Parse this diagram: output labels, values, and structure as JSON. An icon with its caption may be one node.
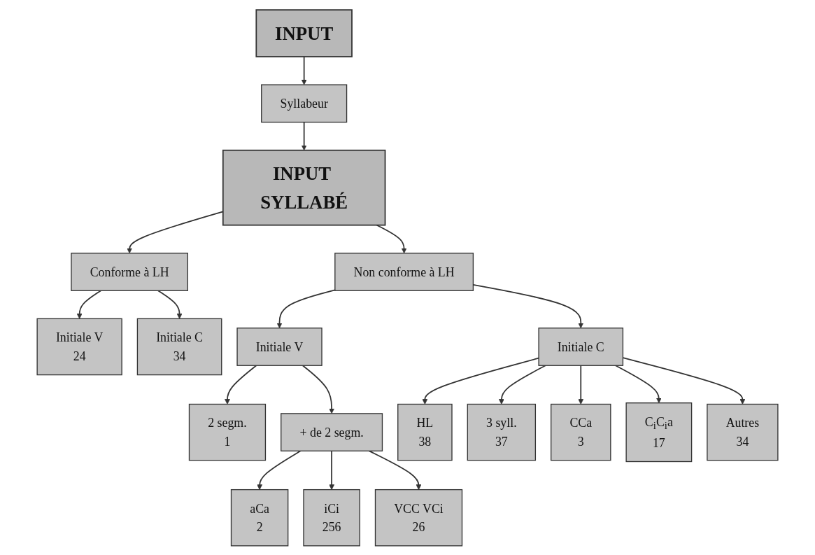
{
  "diagram": {
    "nodes": [
      {
        "text": [
          "INPUT"
        ]
      },
      {
        "text": [
          "Syllabeur"
        ]
      },
      {
        "text": [
          "INPUT SYLLABÉ"
        ]
      },
      {
        "text": [
          "Conforme à LH"
        ]
      },
      {
        "text": [
          "Non conforme à LH"
        ]
      },
      {
        "text": [
          "Initiale V",
          "24"
        ]
      },
      {
        "text": [
          "Initiale C",
          "34"
        ]
      },
      {
        "text": [
          "Initiale V"
        ]
      },
      {
        "text": [
          "Initiale C"
        ]
      },
      {
        "text": [
          "2 segm.",
          "1"
        ]
      },
      {
        "text": [
          "+ de 2 segm."
        ]
      },
      {
        "text": [
          "HL",
          "38"
        ]
      },
      {
        "text": [
          "3 syll.",
          "37"
        ]
      },
      {
        "text": [
          "CCa",
          "3"
        ]
      },
      {
        "text": [
          "C$_{i}$C$_{i}$a",
          "17"
        ]
      },
      {
        "text": [
          "Autres",
          "34"
        ]
      },
      {
        "text": [
          "aCa",
          "2"
        ]
      },
      {
        "text": [
          "iCi",
          "256"
        ]
      },
      {
        "text": [
          "VCC VCi",
          "26"
        ]
      }
    ],
    "edges": [
      {
        "from": 0,
        "to": 1,
        "arrow": "to"
      },
      {
        "from": 1,
        "to": 2,
        "arrow": "to"
      },
      {
        "from": 2,
        "to": 3,
        "arrow": "to"
      },
      {
        "from": 2,
        "to": 4,
        "arrow": "to"
      },
      {
        "from": 3,
        "to": 5,
        "arrow": "to"
      },
      {
        "from": 3,
        "to": 6,
        "arrow": "to"
      },
      {
        "from": 4,
        "to": 7,
        "arrow": "to"
      },
      {
        "from": 4,
        "to": 8,
        "arrow": "to"
      },
      {
        "from": 7,
        "to": 9,
        "arrow": "to"
      },
      {
        "from": 7,
        "to": 10,
        "arrow": "to"
      },
      {
        "from": 8,
        "to": 11,
        "arrow": "to"
      },
      {
        "from": 8,
        "to": 12,
        "arrow": "to"
      },
      {
        "from": 8,
        "to": 13,
        "arrow": "to"
      },
      {
        "from": 8,
        "to": 14,
        "arrow": "to"
      },
      {
        "from": 8,
        "to": 15,
        "arrow": "to"
      },
      {
        "from": 10,
        "to": 16,
        "arrow": "to"
      },
      {
        "from": 10,
        "to": 17,
        "arrow": "to"
      },
      {
        "from": 10,
        "to": 18,
        "arrow": "to"
      }
    ]
  }
}
